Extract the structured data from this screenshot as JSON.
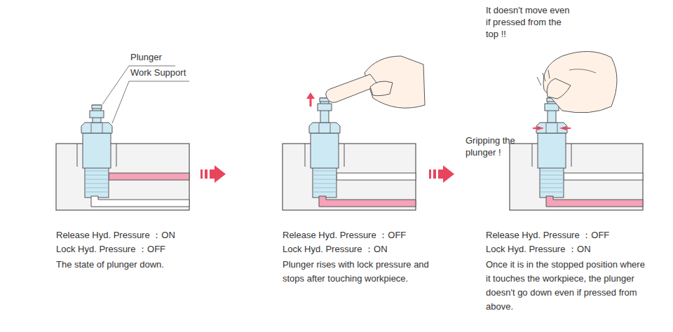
{
  "diagram": {
    "labels": [
      "Plunger",
      "Work Support",
      "Release Hyd. Pressure ：ON",
      "Lock Hyd. Pressure ：OFF",
      "The state of plunger down.",
      "Release Hyd. Pressure ：OFF",
      "Lock Hyd. Pressure ：ON",
      "Plunger rises with lock pressure and stops after touching workpiece.",
      "Release Hyd. Pressure ：OFF",
      "Lock Hyd. Pressure ：ON",
      "Once it is in the stopped position where it touches the workpiece, the plunger doesn't go down even if pressed from above.",
      "It doesn't move even if pressed from the top !!",
      "Gripping the plunger !"
    ]
  }
}
